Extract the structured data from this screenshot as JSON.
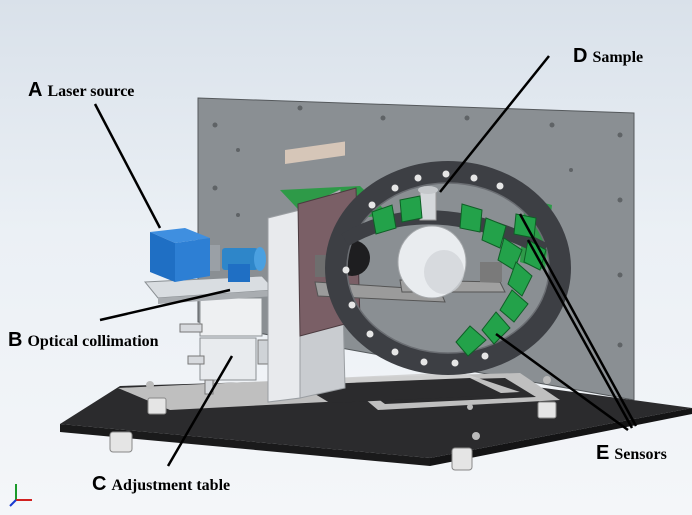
{
  "labels": {
    "a": {
      "letter": "A",
      "text": "Laser source"
    },
    "b": {
      "letter": "B",
      "text": "Optical collimation"
    },
    "c": {
      "letter": "C",
      "text": "Adjustment table"
    },
    "d": {
      "letter": "D",
      "text": "Sample"
    },
    "e": {
      "letter": "E",
      "text": "Sensors"
    }
  },
  "colors": {
    "background": "#e6ecf2",
    "back_panel": "#8a8f93",
    "base_plate": "#2b2b2d",
    "ring": "#3d3f44",
    "sensor_green": "#23a24a",
    "laser_blue": "#1f6fc4",
    "mount_white": "#dfe3e8",
    "bracket_gray": "#a6a2a4"
  }
}
